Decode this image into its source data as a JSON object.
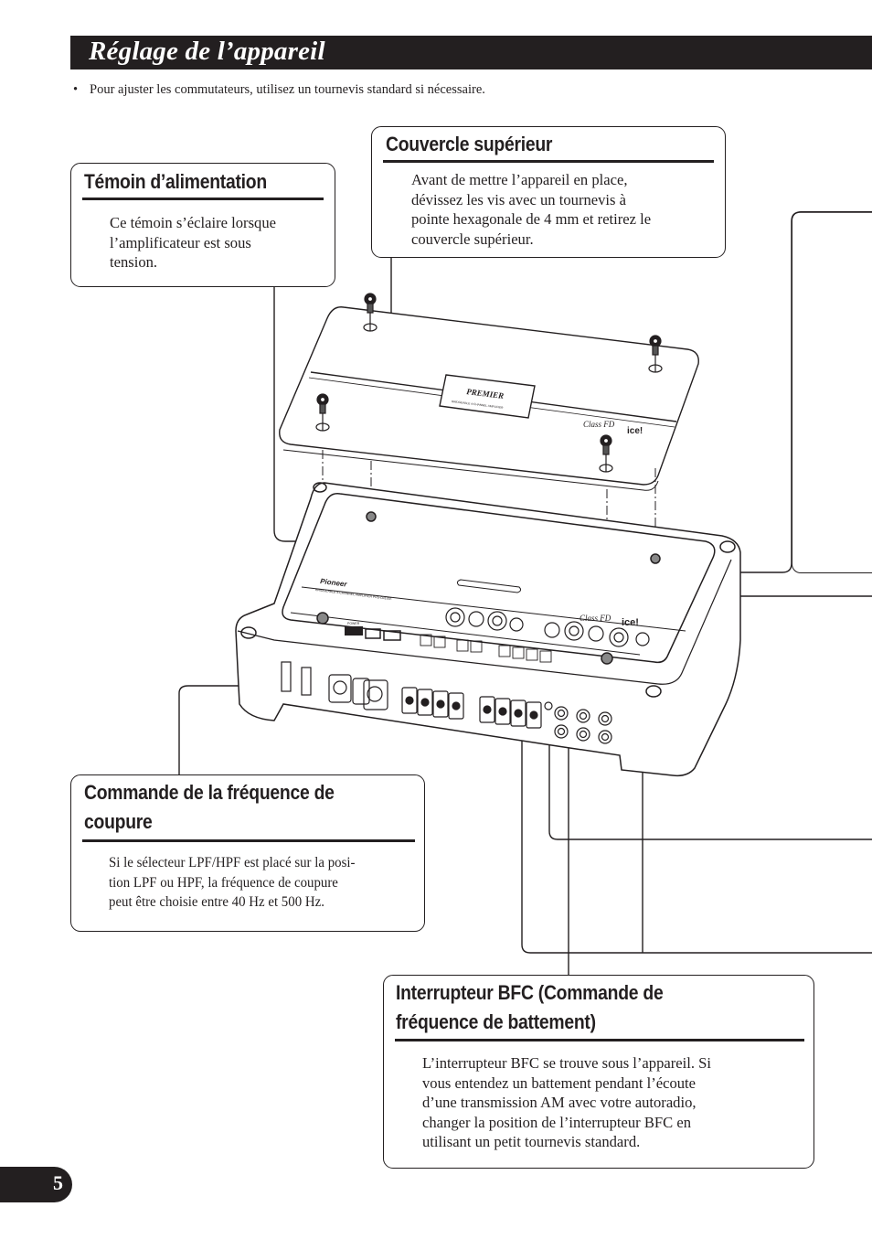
{
  "page": {
    "section_title": "Réglage de l’appareil",
    "intro_bullet": "•",
    "intro_text": "Pour ajuster les commutateurs, utilisez un tournevis standard si nécessaire.",
    "page_number": "5"
  },
  "callouts": {
    "cover": {
      "title": "Couvercle supérieur",
      "lines": [
        "Avant de mettre l’appareil en place,",
        "dévissez les vis avec un tournevis à",
        "pointe hexagonale de 4 mm et retirez le",
        "couvercle supérieur."
      ]
    },
    "power": {
      "title": "Témoin d’alimentation",
      "lines": [
        "Ce témoin s’éclaire lorsque",
        "l’amplificateur est sous",
        "tension."
      ]
    },
    "crossover": {
      "title_lines": [
        "Commande de la fréquence de",
        "coupure"
      ],
      "lines": [
        "Si le sélecteur LPF/HPF est placé sur la posi-",
        "tion LPF ou HPF, la fréquence de coupure",
        "peut être choisie entre 40 Hz et 500 Hz."
      ]
    },
    "bfc": {
      "title_lines": [
        "Interrupteur BFC (Commande de",
        "fréquence de battement)"
      ],
      "lines": [
        "L’interrupteur BFC se trouve sous l’appareil. Si",
        "vous entendez un battement pendant l’écoute",
        "d’une transmission AM avec votre autoradio,",
        "changer la position de l’interrupteur BFC en",
        "utilisant un petit tournevis standard."
      ]
    }
  },
  "illustration": {
    "cover_label_brand": "PREMIER",
    "cover_label_sub": "BRIDGEABLE 4-CHANNEL AMPLIFIER",
    "cover_badge_classfd": "Class FD",
    "cover_badge_ice": "ice!",
    "panel_brand": "Pioneer",
    "panel_model_line": "BRIDGEABLE 4-CHANNEL AMPLIFIER   PRS-D4100F",
    "panel_power_label": "POWER",
    "panel_classfd": "Class FD",
    "panel_ice": "ice!"
  }
}
